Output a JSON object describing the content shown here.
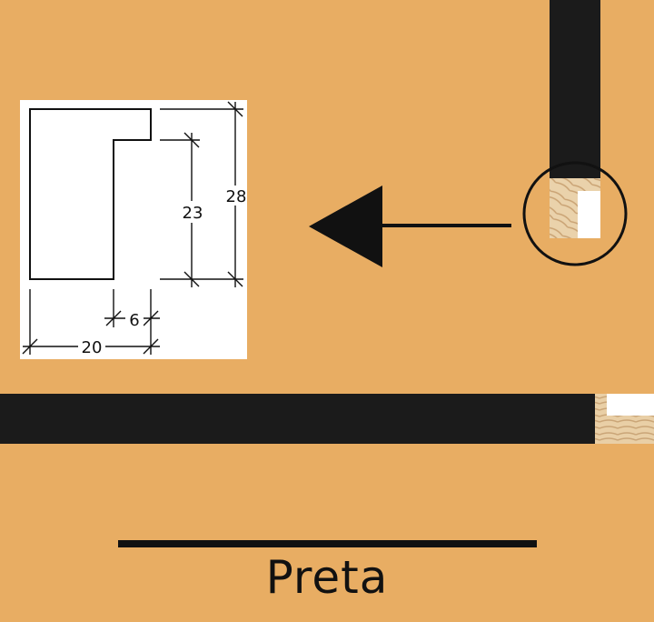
{
  "product": {
    "color_name": "Preta",
    "background_color": "#e8ad63",
    "frame_color": "#1b1b1b"
  },
  "profile": {
    "dimensions": {
      "total_height": "28",
      "rebate_depth": "23",
      "width": "20",
      "rebate_width": "6"
    }
  },
  "icons": {
    "arrow": "arrow-left-icon",
    "magnifier": "zoom-circle-icon"
  }
}
